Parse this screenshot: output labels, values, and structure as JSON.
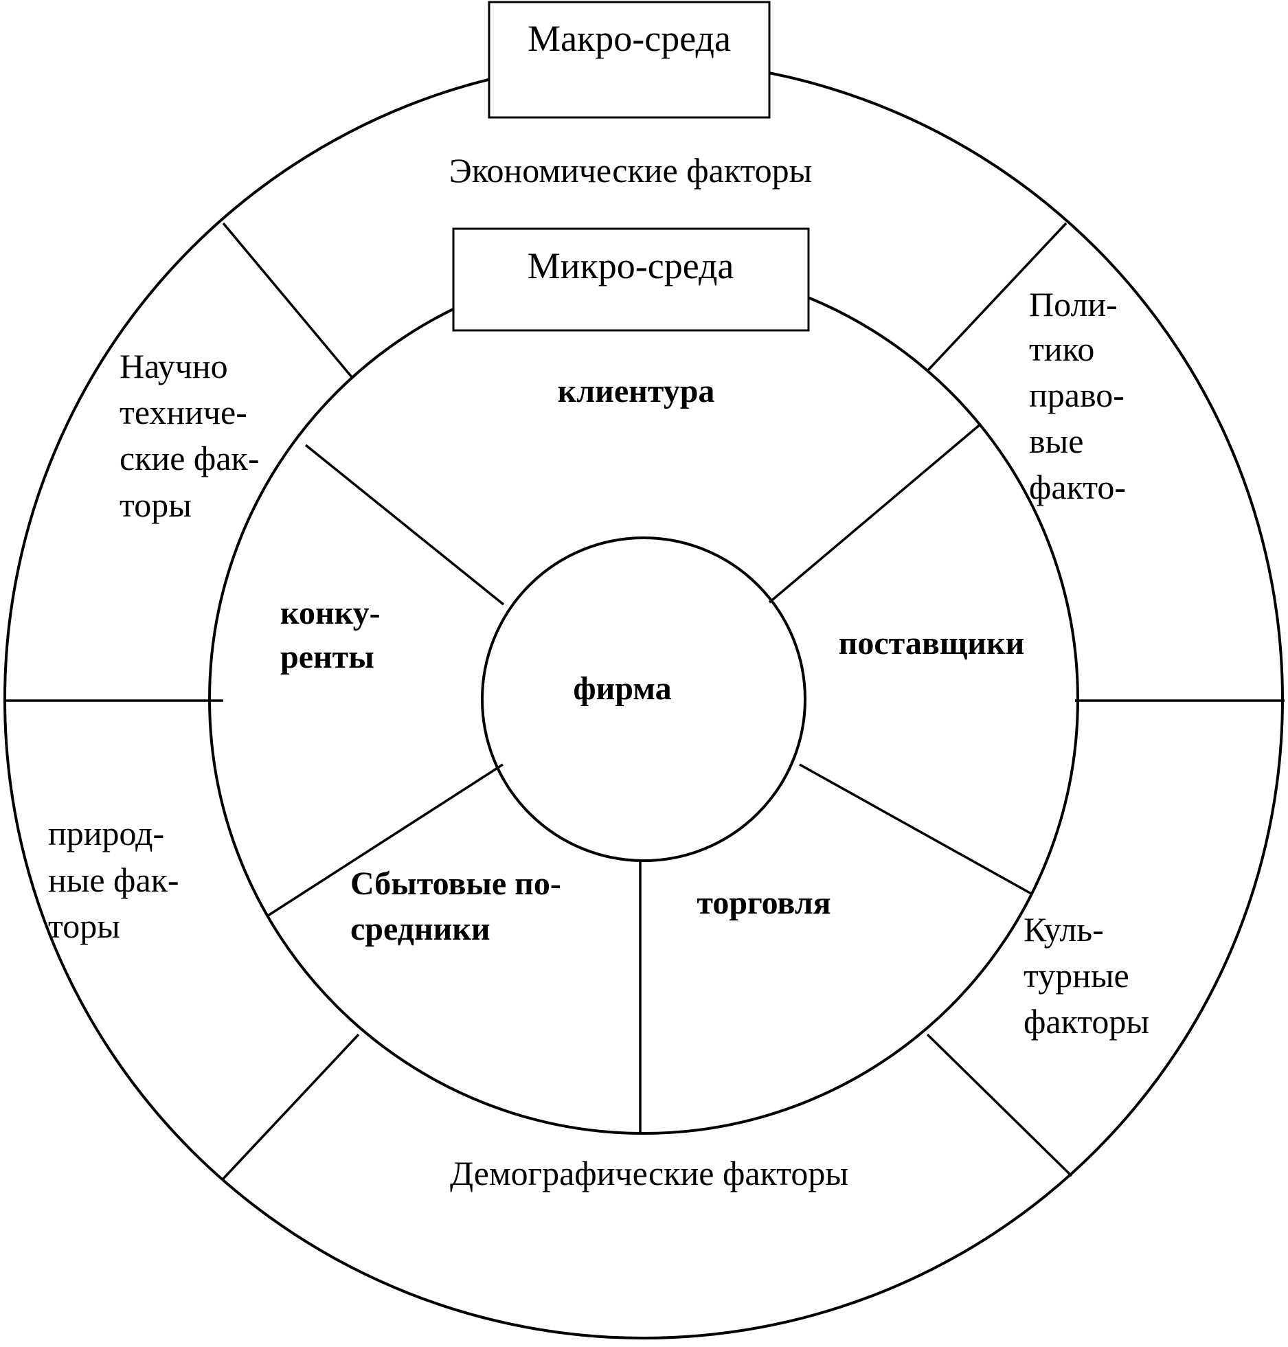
{
  "diagram": {
    "macro_title": "Макро-среда",
    "micro_title": "Микро-среда",
    "center": "фирма",
    "macro_sectors": {
      "economic": "Экономические факторы",
      "political": [
        "Поли-",
        "тико",
        "право-",
        "вые",
        "факто-"
      ],
      "cultural": [
        "Куль-",
        "турные",
        "факторы"
      ],
      "demographic": "Демографические факторы",
      "natural": [
        "природ-",
        "ные фак-",
        "торы"
      ],
      "scientific": [
        "Научно",
        "техниче-",
        "ские фак-",
        "торы"
      ]
    },
    "micro_sectors": {
      "clients": "клиентура",
      "suppliers": "поставщики",
      "trade": "торговля",
      "intermediaries": [
        "Сбытовые по-",
        "средники"
      ],
      "competitors": [
        "конку-",
        "ренты"
      ]
    }
  }
}
